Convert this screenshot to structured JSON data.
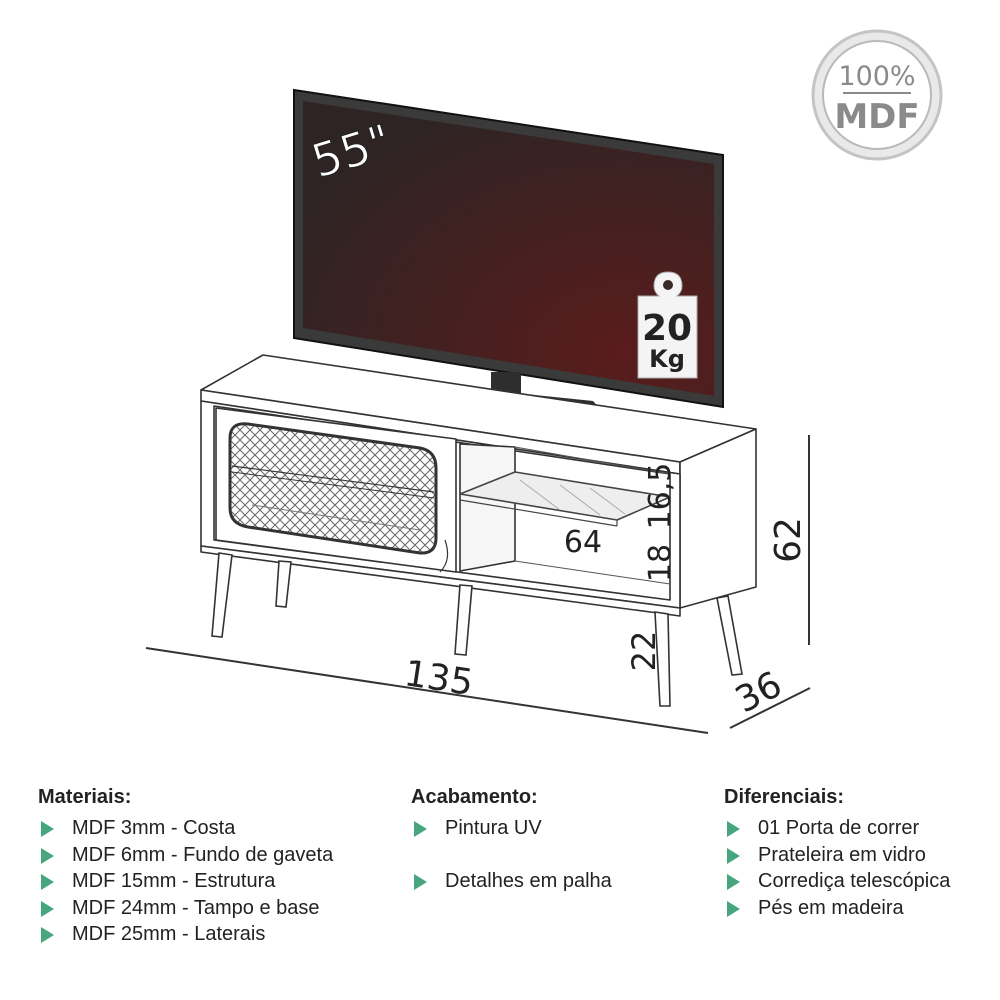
{
  "tv": {
    "size_label": "55\"",
    "weight_number": "20",
    "weight_unit": "Kg"
  },
  "badge": {
    "percent": "100%",
    "material": "MDF"
  },
  "dimensions": {
    "width": "135",
    "depth": "36",
    "height": "62",
    "leg_height": "22",
    "niche_width": "64",
    "shelf_upper": "16,5",
    "shelf_lower": "18"
  },
  "materials": {
    "title": "Materiais:",
    "items": [
      "MDF 3mm - Costa",
      "MDF 6mm - Fundo de gaveta",
      "MDF 15mm - Estrutura",
      "MDF 24mm - Tampo e base",
      "MDF 25mm - Laterais"
    ]
  },
  "finish": {
    "title": "Acabamento:",
    "items": [
      "Pintura UV",
      "Detalhes em palha"
    ]
  },
  "features": {
    "title": "Diferenciais:",
    "items": [
      "01 Porta de correr",
      "Prateleira em vidro",
      "Corrediça telescópica",
      "Pés em madeira"
    ]
  },
  "colors": {
    "accent": "#48a67f",
    "screen": "#3a1f1f",
    "line": "#333333"
  }
}
